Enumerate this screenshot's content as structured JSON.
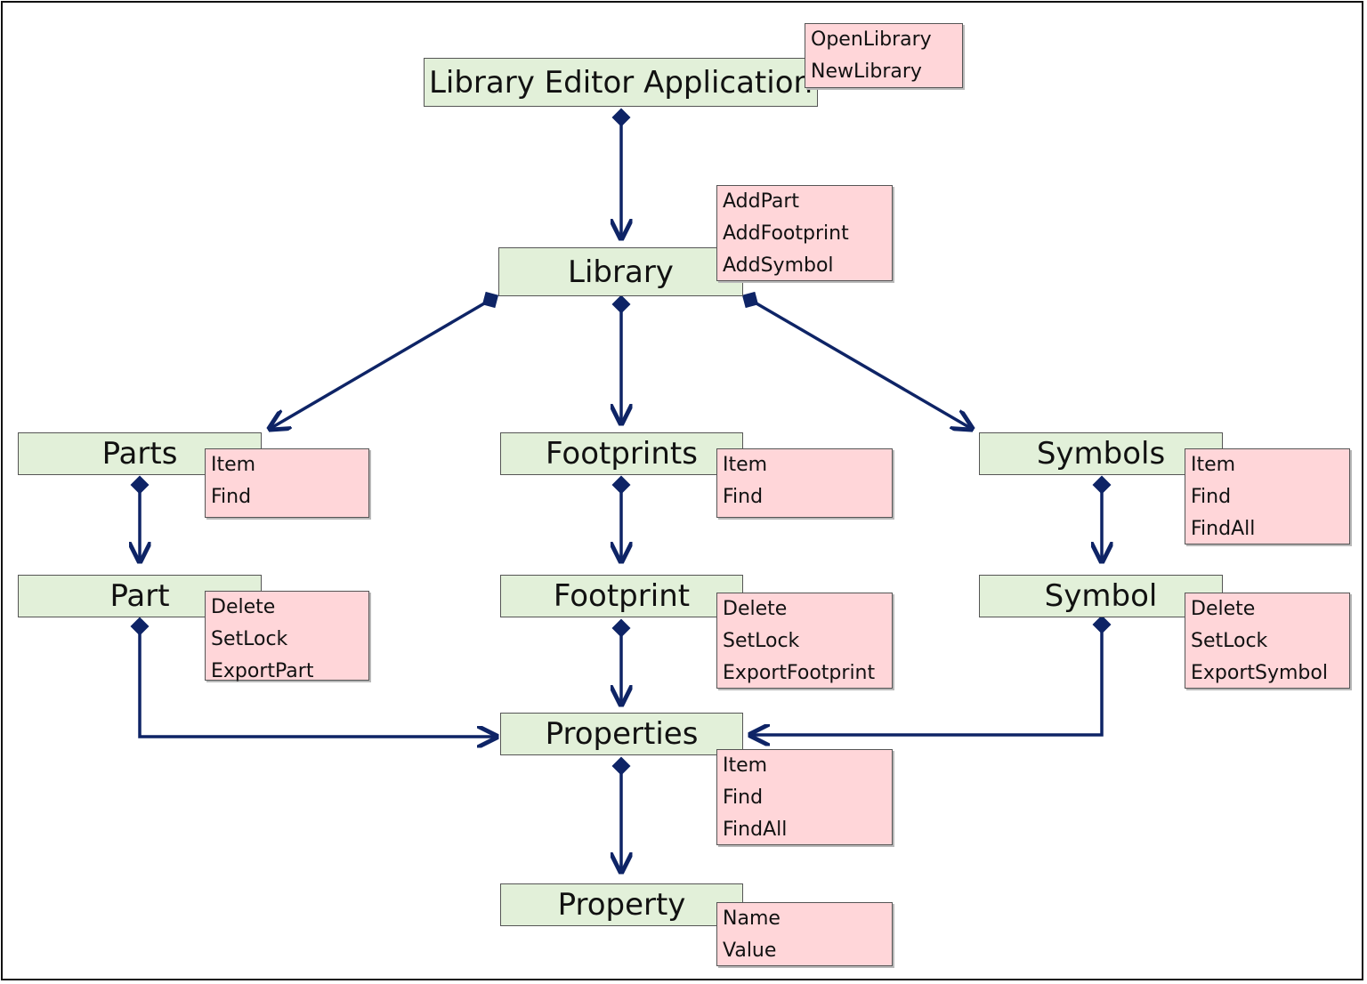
{
  "nodes": {
    "app": {
      "label": "Library Editor Application",
      "methods": [
        "OpenLibrary",
        "NewLibrary"
      ]
    },
    "library": {
      "label": "Library",
      "methods": [
        "AddPart",
        "AddFootprint",
        "AddSymbol"
      ]
    },
    "parts": {
      "label": "Parts",
      "methods": [
        "Item",
        "Find"
      ]
    },
    "footprints": {
      "label": "Footprints",
      "methods": [
        "Item",
        "Find"
      ]
    },
    "symbols": {
      "label": "Symbols",
      "methods": [
        "Item",
        "Find",
        "FindAll"
      ]
    },
    "part": {
      "label": "Part",
      "methods": [
        "Delete",
        "SetLock",
        "ExportPart"
      ]
    },
    "footprint": {
      "label": "Footprint",
      "methods": [
        "Delete",
        "SetLock",
        "ExportFootprint"
      ]
    },
    "symbol": {
      "label": "Symbol",
      "methods": [
        "Delete",
        "SetLock",
        "ExportSymbol"
      ]
    },
    "properties": {
      "label": "Properties",
      "methods": [
        "Item",
        "Find",
        "FindAll"
      ]
    },
    "property": {
      "label": "Property",
      "methods": [
        "Name",
        "Value"
      ]
    }
  },
  "colors": {
    "node_fill": "#e2f0d9",
    "method_fill": "#ffd6d9",
    "connector": "#0e2466"
  }
}
